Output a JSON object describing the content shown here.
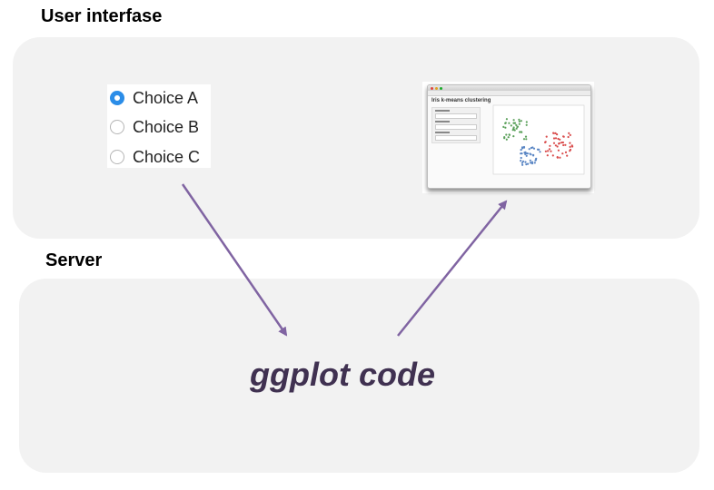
{
  "labels": {
    "user_interface": "User interfase",
    "server": "Server"
  },
  "radio": {
    "options": [
      "Choice A",
      "Choice B",
      "Choice C"
    ],
    "selected": "Choice A"
  },
  "thumbnail": {
    "app_title": "Iris k-means clustering"
  },
  "center_text": "ggplot code",
  "colors": {
    "panel_bg": "#f2f2f2",
    "arrow": "#8064a2",
    "center_text": "#403151",
    "radio_selected": "#2b8de8"
  }
}
